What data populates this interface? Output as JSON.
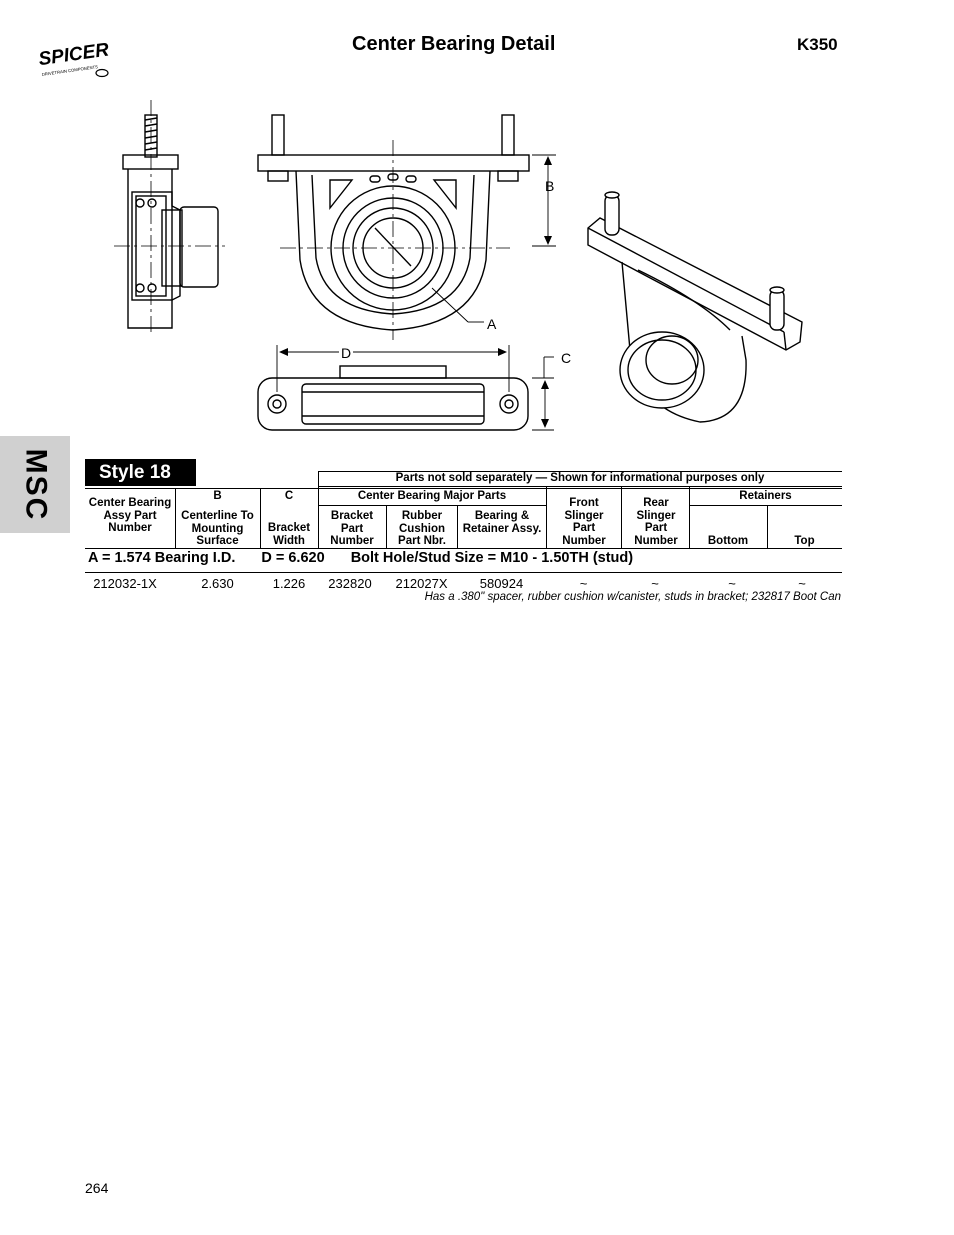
{
  "header": {
    "brand": "SPICER",
    "brand_sub": "DRIVETRAIN COMPONENTS",
    "title": "Center Bearing Detail",
    "code": "K350"
  },
  "diagram": {
    "labels": {
      "a": "A",
      "b": "B",
      "c": "C",
      "d": "D"
    }
  },
  "side_tab": "MSC",
  "style_label": "Style 18",
  "table": {
    "note_header": "Parts not sold separately — Shown for informational purposes only",
    "group_header": "Center Bearing Major Parts",
    "retainers_header": "Retainers",
    "columns": [
      "Center Bearing Assy Part Number",
      "Centerline To Mounting Surface",
      "Bracket Width",
      "Bracket Part Number",
      "Rubber Cushion Part Nbr.",
      "Bearing & Retainer Assy.",
      "Front Slinger Part Number",
      "Rear Slinger Part Number",
      "Bottom",
      "Top"
    ],
    "letter_b": "B",
    "letter_c": "C",
    "specs": {
      "a": "A = 1.574 Bearing I.D.",
      "d": "D = 6.620",
      "bolt": "Bolt Hole/Stud Size = M10 - 1.50TH (stud)"
    },
    "rows": [
      {
        "cells": [
          "212032-1X",
          "2.630",
          "1.226",
          "232820",
          "212027X",
          "580924",
          "~",
          "~",
          "~",
          "~"
        ],
        "note": "Has a .380\" spacer, rubber cushion w/canister, studs in bracket; 232817 Boot Can"
      }
    ]
  },
  "page_number": "264"
}
